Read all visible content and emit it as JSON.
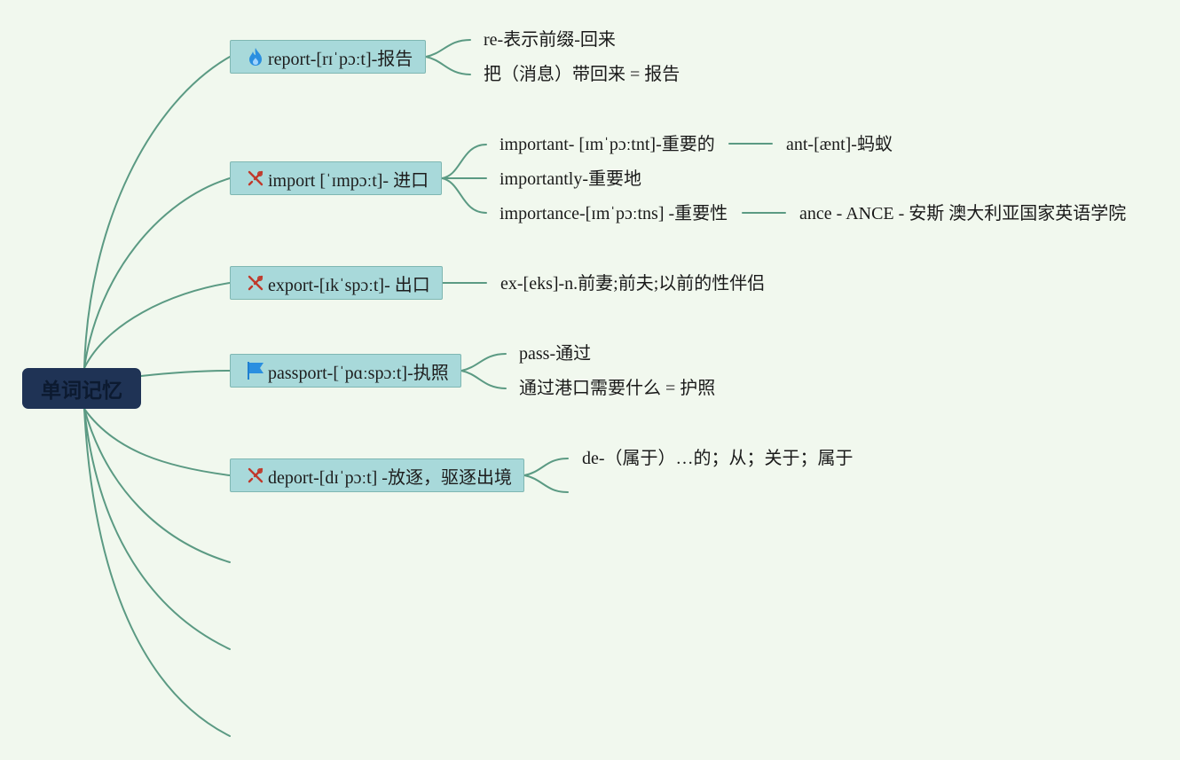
{
  "root": {
    "label": "单词记忆"
  },
  "colors": {
    "background": "#f1f8ee",
    "root": "#1f3355",
    "topic": "#a8d9da",
    "connector": "#5b9a83"
  },
  "topics": [
    {
      "label": "report-[rɪˈpɔːt]-报告",
      "icon": "fire-icon",
      "children": [
        {
          "label": "re-表示前缀-回来"
        },
        {
          "label": "把（消息）带回来 = 报告"
        }
      ]
    },
    {
      "label": "import [ˈɪmpɔːt]- 进口",
      "icon": "tools-icon",
      "children": [
        {
          "label": "important- [ɪmˈpɔːtnt]-重要的",
          "extra": "ant-[ænt]-蚂蚁"
        },
        {
          "label": "importantly-重要地"
        },
        {
          "label": "importance-[ɪmˈpɔːtns] -重要性",
          "extra": "ance - ANCE - 安斯 澳大利亚国家英语学院"
        }
      ]
    },
    {
      "label": "export-[ɪkˈspɔːt]- 出口",
      "icon": "tools-icon",
      "children": [
        {
          "label": "ex-[eks]-n.前妻;前夫;以前的性伴侣"
        }
      ]
    },
    {
      "label": "passport-[ˈpɑːspɔːt]-执照",
      "icon": "flag-icon",
      "children": [
        {
          "label": "pass-通过"
        },
        {
          "label": "通过港口需要什么 = 护照"
        }
      ]
    },
    {
      "label": "deport-[dɪˈpɔːt] -放逐，驱逐出境",
      "icon": "tools-icon",
      "children": [
        {
          "label": "de-（属于）…的；从；关于；属于"
        },
        {
          "label": ""
        }
      ]
    },
    {
      "label": "",
      "icon": ""
    },
    {
      "label": "",
      "icon": ""
    },
    {
      "label": "",
      "icon": ""
    }
  ]
}
